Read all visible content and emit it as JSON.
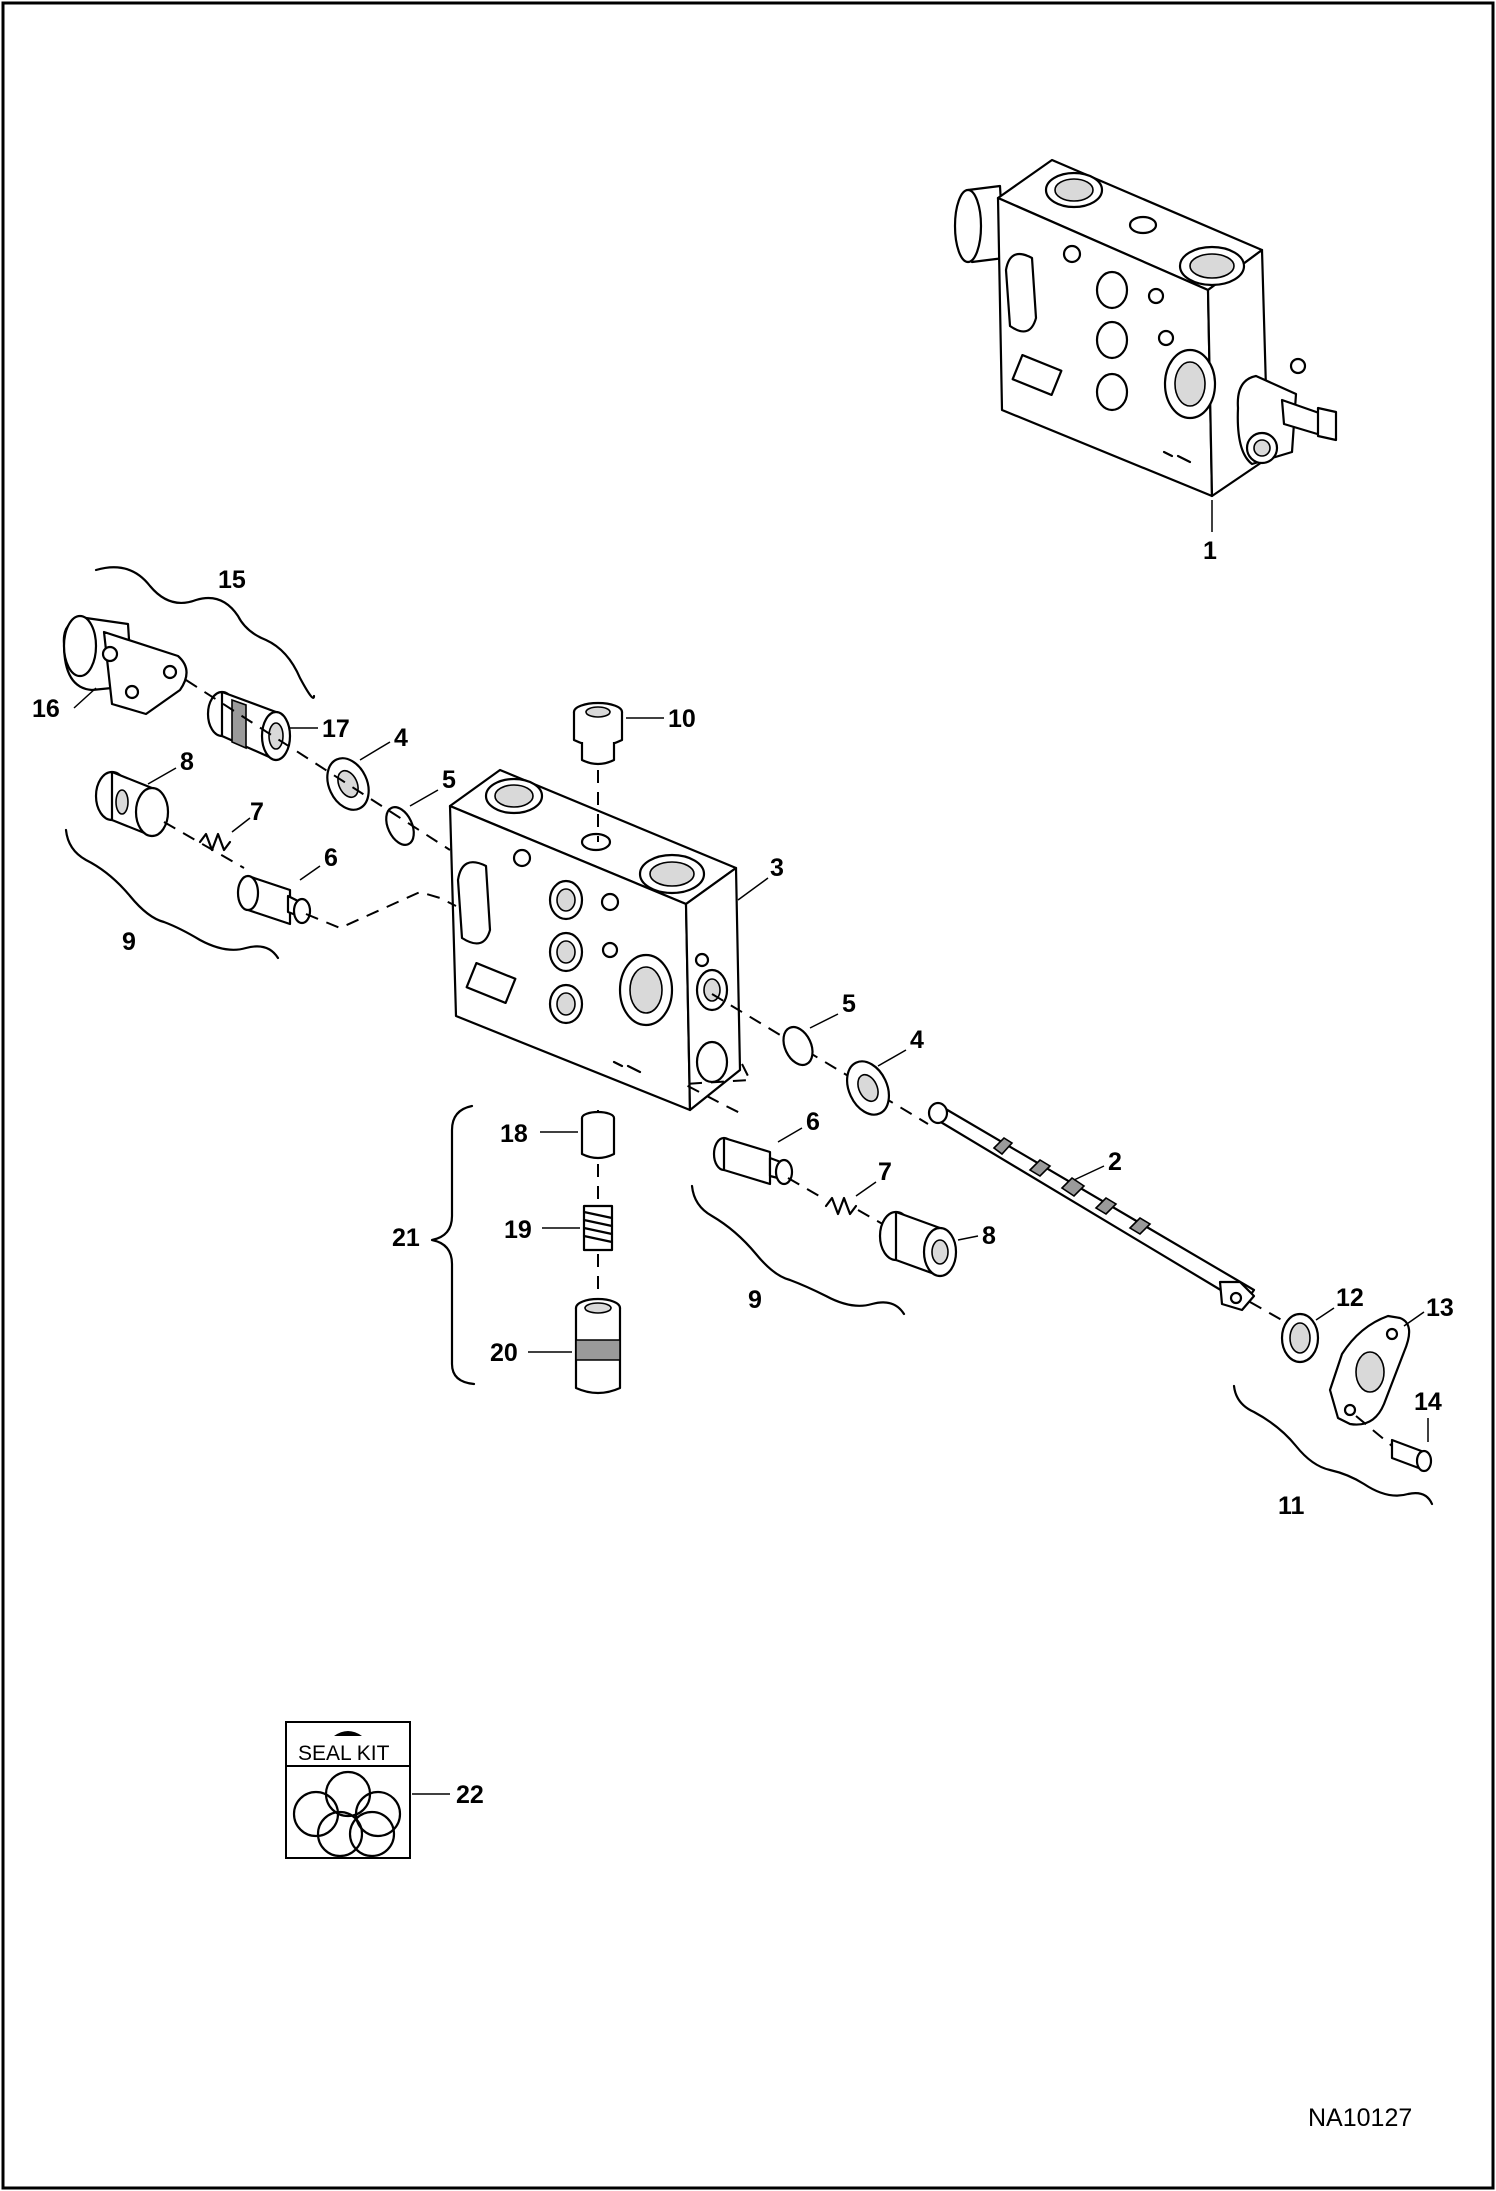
{
  "callouts": {
    "c1": "1",
    "c2": "2",
    "c3": "3",
    "c4a": "4",
    "c4b": "4",
    "c5a": "5",
    "c5b": "5",
    "c6a": "6",
    "c6b": "6",
    "c7a": "7",
    "c7b": "7",
    "c8a": "8",
    "c8b": "8",
    "c9a": "9",
    "c9b": "9",
    "c10": "10",
    "c11": "11",
    "c12": "12",
    "c13": "13",
    "c14": "14",
    "c15": "15",
    "c16": "16",
    "c17": "17",
    "c18": "18",
    "c19": "19",
    "c20": "20",
    "c21": "21",
    "c22": "22"
  },
  "seal_kit": {
    "label": "SEAL KIT"
  },
  "drawing_code": "NA10127",
  "icons": [
    "valve-section-assembly-icon",
    "valve-body-icon",
    "spool-icon",
    "seal-kit-bag-icon"
  ]
}
